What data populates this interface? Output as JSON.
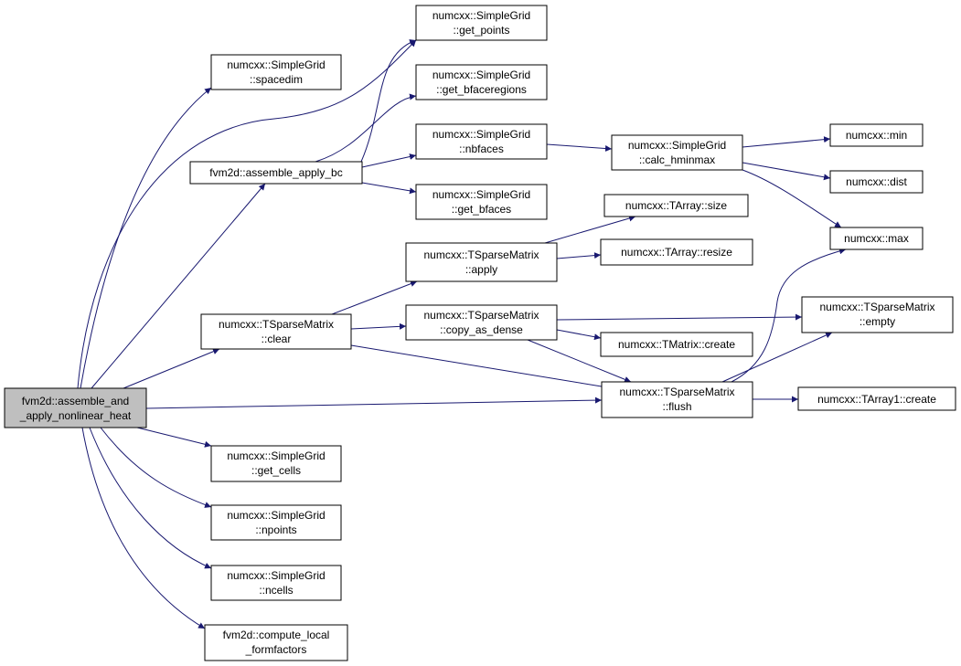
{
  "graph": {
    "edge_color": "#191970",
    "root_fill": "#bfbfbf",
    "nodes": {
      "root": {
        "lines": [
          "fvm2d::assemble_and",
          "_apply_nonlinear_heat"
        ],
        "root": true
      },
      "assemble_apply_bc": {
        "lines": [
          "fvm2d::assemble_apply_bc"
        ]
      },
      "tsm_clear": {
        "lines": [
          "numcxx::TSparseMatrix",
          "::clear"
        ]
      },
      "sg_spacedim": {
        "lines": [
          "numcxx::SimpleGrid",
          "::spacedim"
        ]
      },
      "sg_get_points": {
        "lines": [
          "numcxx::SimpleGrid",
          "::get_points"
        ]
      },
      "sg_get_bfaceregions": {
        "lines": [
          "numcxx::SimpleGrid",
          "::get_bfaceregions"
        ]
      },
      "sg_nbfaces": {
        "lines": [
          "numcxx::SimpleGrid",
          "::nbfaces"
        ]
      },
      "sg_get_bfaces": {
        "lines": [
          "numcxx::SimpleGrid",
          "::get_bfaces"
        ]
      },
      "sg_calc_hminmax": {
        "lines": [
          "numcxx::SimpleGrid",
          "::calc_hminmax"
        ]
      },
      "numcxx_min": {
        "lines": [
          "numcxx::min"
        ]
      },
      "numcxx_dist": {
        "lines": [
          "numcxx::dist"
        ]
      },
      "numcxx_max": {
        "lines": [
          "numcxx::max"
        ]
      },
      "tarray_size": {
        "lines": [
          "numcxx::TArray::size"
        ]
      },
      "tarray_resize": {
        "lines": [
          "numcxx::TArray::resize"
        ]
      },
      "tsm_apply": {
        "lines": [
          "numcxx::TSparseMatrix",
          "::apply"
        ]
      },
      "tsm_copy_as_dense": {
        "lines": [
          "numcxx::TSparseMatrix",
          "::copy_as_dense"
        ]
      },
      "tmatrix_create": {
        "lines": [
          "numcxx::TMatrix::create"
        ]
      },
      "tsm_empty": {
        "lines": [
          "numcxx::TSparseMatrix",
          "::empty"
        ]
      },
      "tsm_flush": {
        "lines": [
          "numcxx::TSparseMatrix",
          "::flush"
        ]
      },
      "tarray1_create": {
        "lines": [
          "numcxx::TArray1::create"
        ]
      },
      "sg_get_cells": {
        "lines": [
          "numcxx::SimpleGrid",
          "::get_cells"
        ]
      },
      "sg_npoints": {
        "lines": [
          "numcxx::SimpleGrid",
          "::npoints"
        ]
      },
      "sg_ncells": {
        "lines": [
          "numcxx::SimpleGrid",
          "::ncells"
        ]
      },
      "compute_local_formfactors": {
        "lines": [
          "fvm2d::compute_local",
          "_formfactors"
        ]
      }
    },
    "edges": [
      [
        "root",
        "sg_spacedim"
      ],
      [
        "root",
        "sg_get_points"
      ],
      [
        "root",
        "assemble_apply_bc"
      ],
      [
        "root",
        "tsm_clear"
      ],
      [
        "root",
        "tsm_flush"
      ],
      [
        "root",
        "sg_get_cells"
      ],
      [
        "root",
        "sg_npoints"
      ],
      [
        "root",
        "sg_ncells"
      ],
      [
        "root",
        "compute_local_formfactors"
      ],
      [
        "assemble_apply_bc",
        "sg_get_points"
      ],
      [
        "assemble_apply_bc",
        "sg_get_bfaceregions"
      ],
      [
        "assemble_apply_bc",
        "sg_nbfaces"
      ],
      [
        "assemble_apply_bc",
        "sg_get_bfaces"
      ],
      [
        "sg_nbfaces",
        "sg_calc_hminmax"
      ],
      [
        "sg_calc_hminmax",
        "numcxx_min"
      ],
      [
        "sg_calc_hminmax",
        "numcxx_dist"
      ],
      [
        "sg_calc_hminmax",
        "numcxx_max"
      ],
      [
        "tsm_clear",
        "tsm_apply"
      ],
      [
        "tsm_clear",
        "tsm_copy_as_dense"
      ],
      [
        "tsm_clear",
        "tsm_flush"
      ],
      [
        "tsm_apply",
        "tarray_size"
      ],
      [
        "tsm_apply",
        "tarray_resize"
      ],
      [
        "tsm_copy_as_dense",
        "tsm_empty"
      ],
      [
        "tsm_copy_as_dense",
        "tmatrix_create"
      ],
      [
        "tsm_copy_as_dense",
        "tsm_flush"
      ],
      [
        "tsm_flush",
        "numcxx_max"
      ],
      [
        "tsm_flush",
        "tsm_empty"
      ],
      [
        "tsm_flush",
        "tarray1_create"
      ]
    ]
  }
}
